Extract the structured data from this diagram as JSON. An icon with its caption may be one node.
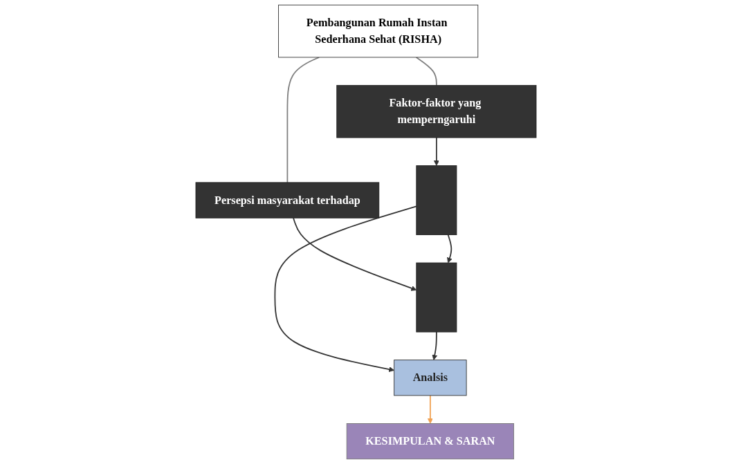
{
  "diagram": {
    "nodes": [
      {
        "text": [
          "Pembangunan Rumah Instan Sederhana Sehat (RISHA)"
        ]
      },
      {
        "text": [
          "Faktor-faktor yang memperngaruhi"
        ]
      },
      {
        "text": [
          "Persepsi masyarakat terhadap"
        ]
      },
      {
        "text": [],
        "shape": "box"
      },
      {
        "text": [],
        "shape": "box"
      },
      {
        "text": [
          "Analsis"
        ]
      },
      {
        "text": [
          "KESIMPULAN & SARAN"
        ]
      }
    ],
    "edges": [
      {
        "from": 0,
        "to": 1,
        "arrow": "none",
        "color": "#808080"
      },
      {
        "from": 0,
        "to": 2,
        "arrow": "none",
        "color": "#808080"
      },
      {
        "from": 1,
        "to": 3,
        "arrow": "to"
      },
      {
        "from": 2,
        "to": 4,
        "arrow": "to"
      },
      {
        "from": 3,
        "to": 4,
        "arrow": "to"
      },
      {
        "from": 3,
        "to": 5,
        "arrow": "to"
      },
      {
        "from": 4,
        "to": 5,
        "arrow": "to"
      },
      {
        "from": 5,
        "to": 6,
        "arrow": "to",
        "color": "#f0a050"
      }
    ]
  }
}
